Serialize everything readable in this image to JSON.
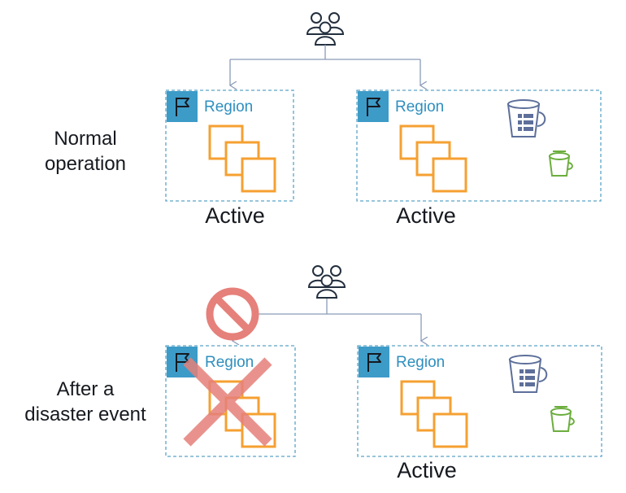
{
  "scenarios": [
    {
      "label_lines": [
        "Normal",
        "operation"
      ],
      "regions": [
        {
          "region_label": "Region",
          "status": "Active",
          "has_storage": false,
          "failed": false
        },
        {
          "region_label": "Region",
          "status": "Active",
          "has_storage": true,
          "failed": false
        }
      ],
      "blocked_route": false
    },
    {
      "label_lines": [
        "After a",
        "disaster event"
      ],
      "regions": [
        {
          "region_label": "Region",
          "status": "",
          "has_storage": false,
          "failed": true
        },
        {
          "region_label": "Region",
          "status": "Active",
          "has_storage": true,
          "failed": false
        }
      ],
      "blocked_route": true
    }
  ],
  "icons": {
    "users": "users-icon",
    "region_flag": "region-flag-icon",
    "compute_stack": "compute-instances-icon",
    "database_bucket": "database-bucket-icon",
    "storage_bucket": "storage-bucket-icon",
    "blocked": "no-entry-icon",
    "failure": "red-x-icon"
  },
  "colors": {
    "region_border": "#5aa5c8",
    "region_flag_bg": "#3d9bc8",
    "region_text": "#2e8fbf",
    "compute": "#f5a032",
    "connector": "#8a9bb8",
    "database": "#5d6f9a",
    "storage": "#6cae3e",
    "failure": "#e6807a"
  }
}
